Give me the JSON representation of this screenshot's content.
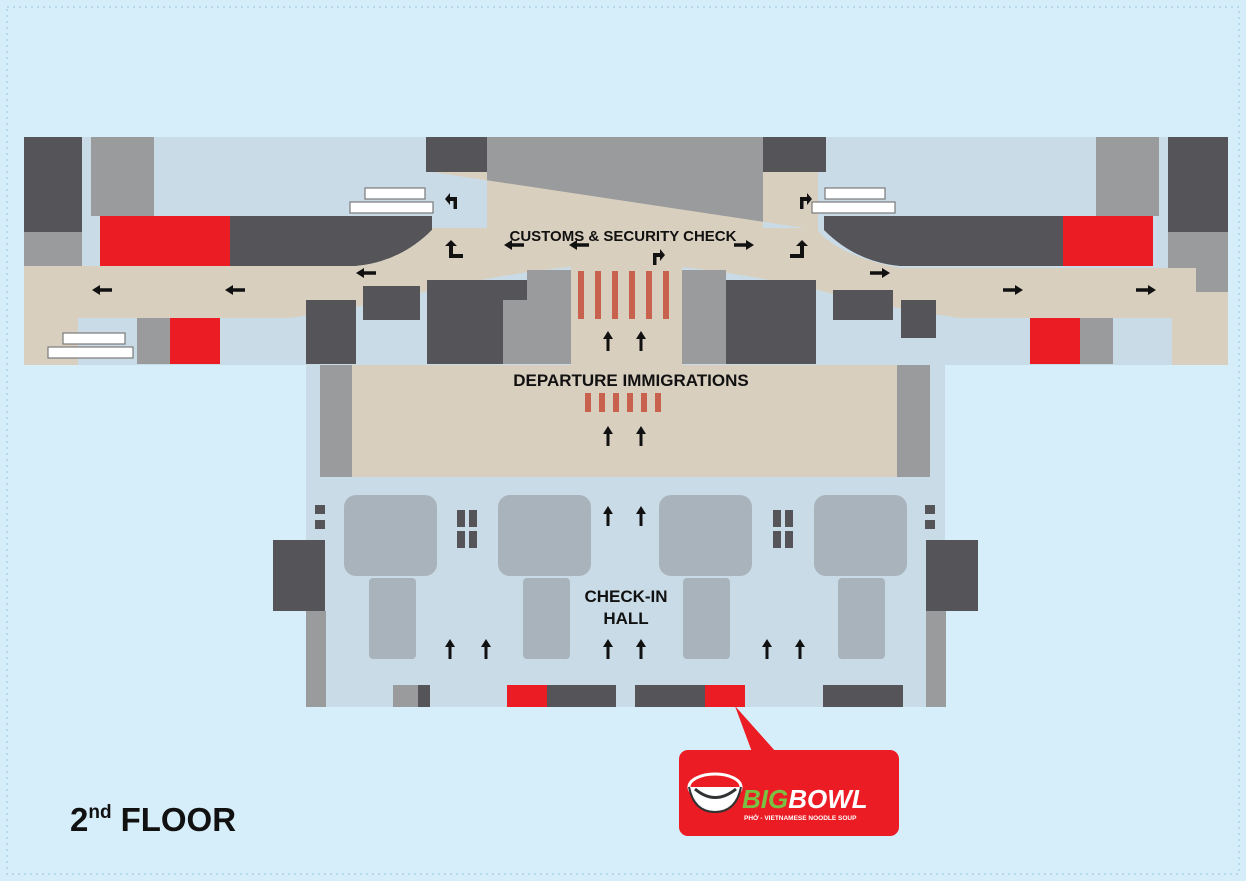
{
  "floor_label": {
    "number": "2",
    "suffix": "nd",
    "text": "FLOOR"
  },
  "areas": {
    "customs": "CUSTOMS & SECURITY CHECK",
    "immigration": "DEPARTURE IMMIGRATIONS",
    "checkin_line1": "CHECK-IN",
    "checkin_line2": "HALL"
  },
  "callout": {
    "brand_big": "BIG",
    "brand_bowl": "BOWL",
    "tagline": "PHỞ - VIETNAMESE NOODLE SOUP"
  },
  "colors": {
    "background": "#d6eefa",
    "floor": "#c9dbe6",
    "corridor": "#d9cfbf",
    "dark_block": "#555459",
    "mid_block": "#999b9c",
    "light_block": "#a9b3bb",
    "shop_red": "#ec1c24",
    "crosswalk": "#c8614e",
    "brand_green": "#7ac143"
  },
  "icons": [
    "arrow-icon",
    "bowl-logo-icon",
    "stairs-icon",
    "elevator-icon"
  ]
}
